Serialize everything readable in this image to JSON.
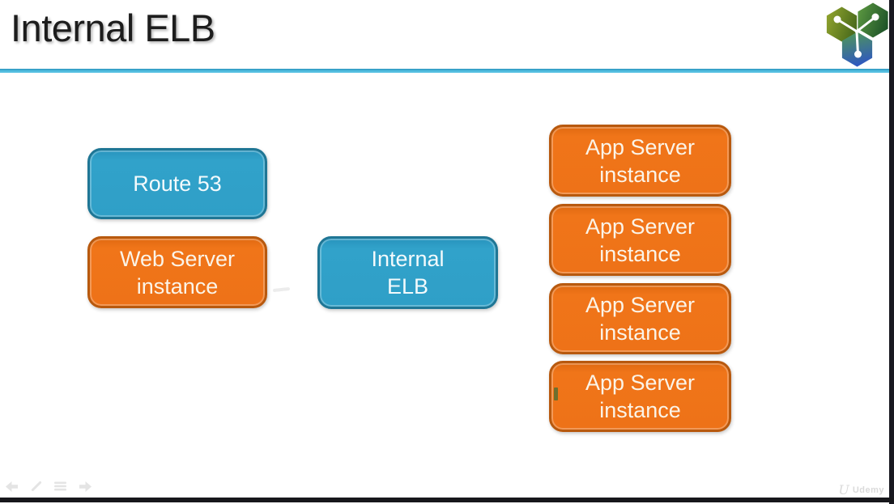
{
  "header": {
    "title": "Internal ELB"
  },
  "logo": {
    "icon": "hexagon-network-logo"
  },
  "diagram": {
    "nodes": [
      {
        "id": "route-53",
        "color": "blue",
        "lines": [
          "Route 53"
        ]
      },
      {
        "id": "web-server-instance",
        "color": "orange",
        "lines": [
          "Web Server",
          "instance"
        ]
      },
      {
        "id": "internal-elb",
        "color": "blue",
        "lines": [
          "Internal",
          "ELB"
        ]
      },
      {
        "id": "app-server-instance-1",
        "color": "orange",
        "lines": [
          "App Server",
          "instance"
        ]
      },
      {
        "id": "app-server-instance-2",
        "color": "orange",
        "lines": [
          "App Server",
          "instance"
        ]
      },
      {
        "id": "app-server-instance-3",
        "color": "orange",
        "lines": [
          "App Server",
          "instance"
        ]
      },
      {
        "id": "app-server-instance-4",
        "color": "orange",
        "lines": [
          "App Server",
          "instance"
        ]
      }
    ]
  },
  "player_controls": {
    "items": [
      {
        "name": "back-arrow-icon"
      },
      {
        "name": "pen-icon"
      },
      {
        "name": "slide-menu-icon"
      },
      {
        "name": "forward-arrow-icon"
      }
    ]
  },
  "watermark": {
    "logo_glyph": "U",
    "label": "Udemy"
  },
  "colors": {
    "accent_line": "#3FAFD6",
    "blue_fill": "#2FA0C8",
    "blue_border": "#1F7695",
    "orange_fill": "#EF7318",
    "orange_border": "#B8590E",
    "box_text": "#FAF5EC",
    "title_text": "#1D1D1D",
    "chrome_dark": "#17171B"
  }
}
